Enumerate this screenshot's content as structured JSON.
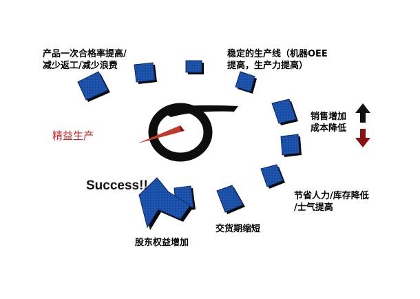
{
  "center_label": "精益生产",
  "success_text": "Success!!",
  "labels": {
    "quality": [
      "产品一次合格率提高/",
      "减少返工/减少浪费"
    ],
    "oee": [
      "稳定的生产线（机器OEE",
      "提高，生产力提高）"
    ],
    "sales": [
      "销售增加",
      "成本降低"
    ],
    "savings": [
      "节省人力/库存降低",
      "/士气提高"
    ],
    "delivery": [
      "交货期缩短"
    ],
    "equity": [
      "股东权益增加"
    ]
  },
  "colors": {
    "tile_fill": "#1a4fa8",
    "tile_shadow": "#0a0a0a",
    "arrow_up": "#111111",
    "arrow_down": "#8b1010",
    "logo_black": "#0d0d0d",
    "needle": "#c0392b",
    "center_text": "#cc2222"
  },
  "icons": [
    "cycle-tile-icon",
    "big-arrow-icon",
    "up-arrow-icon",
    "down-arrow-icon",
    "gauge-logo-icon"
  ]
}
